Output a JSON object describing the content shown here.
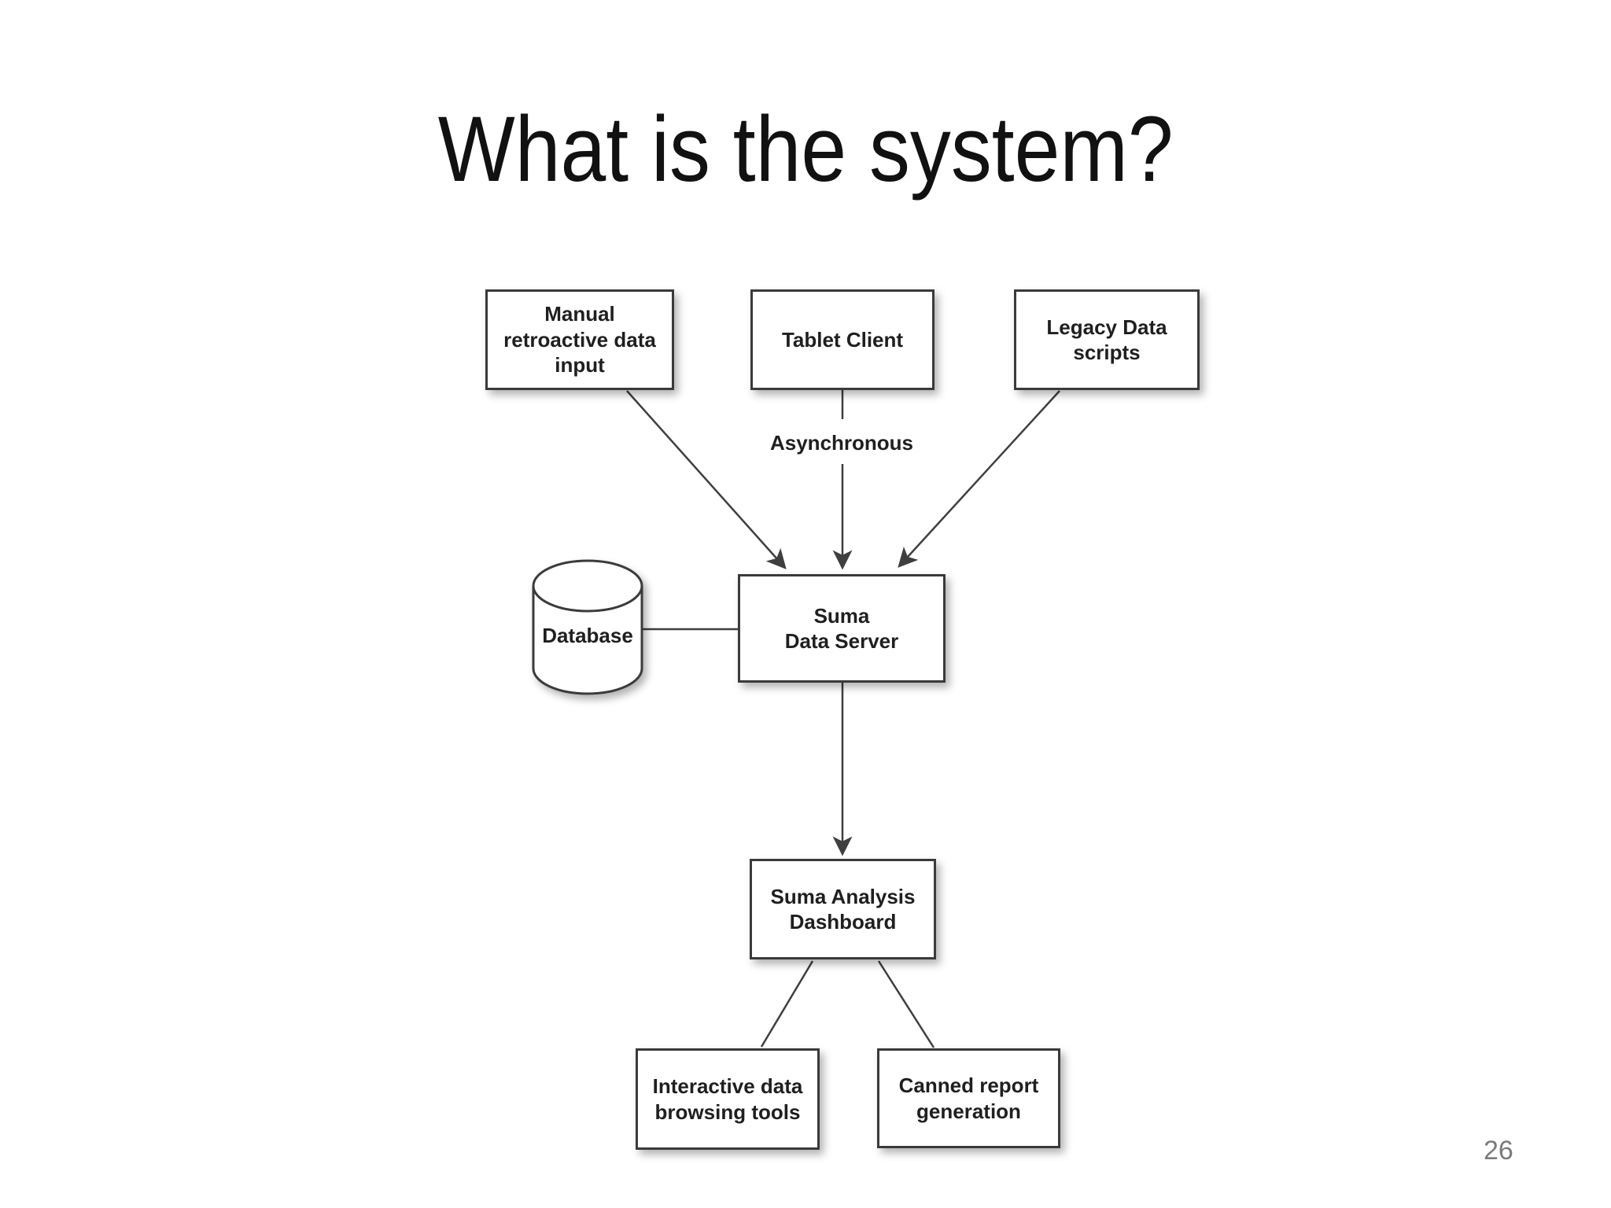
{
  "slide": {
    "title": "What is the system?",
    "page_number": "26"
  },
  "diagram": {
    "nodes": {
      "manual_input": {
        "label": "Manual\nretroactive data\ninput"
      },
      "tablet_client": {
        "label": "Tablet Client"
      },
      "legacy_scripts": {
        "label": "Legacy Data\nscripts"
      },
      "database": {
        "label": "Database"
      },
      "data_server": {
        "label": "Suma\nData Server"
      },
      "dashboard": {
        "label": "Suma Analysis\nDashboard"
      },
      "interactive_tools": {
        "label": "Interactive data\nbrowsing tools"
      },
      "canned_reports": {
        "label": "Canned report\ngeneration"
      }
    },
    "edge_labels": {
      "asynchronous": "Asynchronous"
    },
    "colors": {
      "line": "#3f3f3f",
      "border": "#3a3a3a",
      "text": "#1f1f1f",
      "pagenum": "#7b7b7b",
      "fill": "#ffffff"
    }
  }
}
